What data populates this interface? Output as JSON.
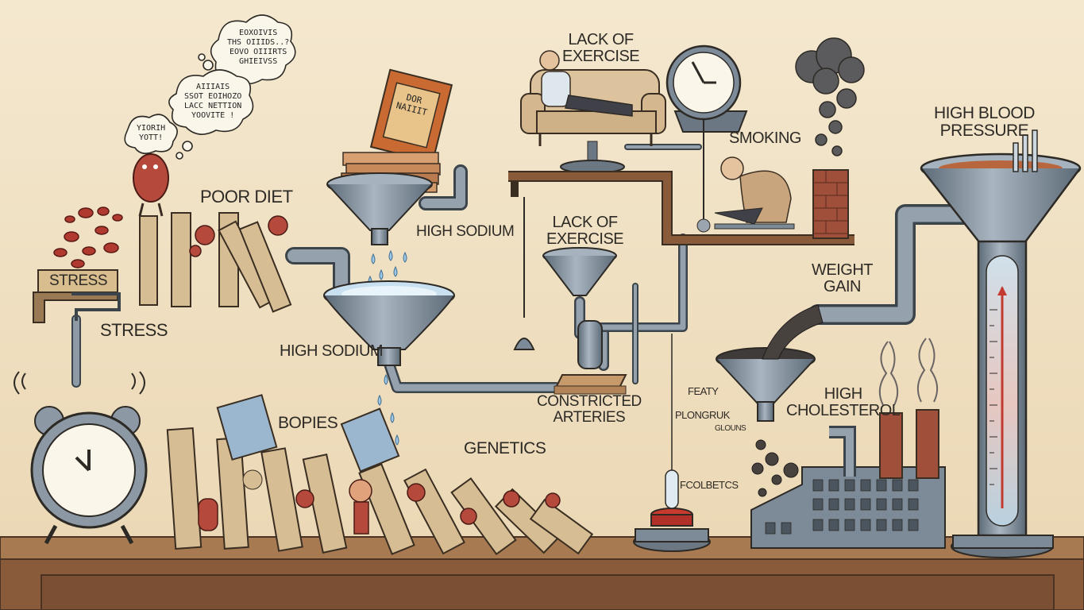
{
  "labels": {
    "stress_box": "STRESS",
    "stress": "STRESS",
    "poor_diet": "POOR DIET",
    "high_sodium_top": "HIGH SODIUM",
    "high_sodium_mid": "HIGH SODIUM",
    "lack_of_exercise_top": "LACK OF\nEXERCISE",
    "lack_of_exercise_mid": "LACK OF\nEXERCISE",
    "smoking": "SMOKING",
    "weight_gain": "WEIGHT\nGAIN",
    "high_blood_pressure": "HIGH BLOOD\nPRESSURE",
    "constricted_arteries": "CONSTRICTED\nARTERIES",
    "bopies": "BOPIES",
    "genetics": "GENETICS",
    "feaf": "FEATY",
    "plongruk": "PLONGRUK",
    "glouns": "GLOUNS",
    "high_cholesterol": "HIGH\nCHOLESTEROL",
    "fcolbetcs": "FCOLBETCS"
  },
  "thoughts": [
    "EOXOIVIS\nTHS OIIIDS..?\nEOVO OIIIRTS\nGHIEIVSS",
    "AIIIAIS\nSSOT EOIHOZO\nLACC NETTION\nYOOVITE !",
    "YIORIH\nYOTT!"
  ],
  "package_text": "DOR\nNAIIIT",
  "icons": [
    "alarm-clock-icon",
    "gauge-icon",
    "thermometer-icon",
    "factory-icon",
    "red-button-icon",
    "funnel-icon",
    "couch-icon",
    "smoke-icon"
  ],
  "colors": {
    "background": "#f1e3c8",
    "metal": "#7d8b98",
    "wood": "#d7bd93",
    "blood_red": "#b13a30",
    "brick": "#a0503a",
    "shelf": "#8a5b3b"
  }
}
